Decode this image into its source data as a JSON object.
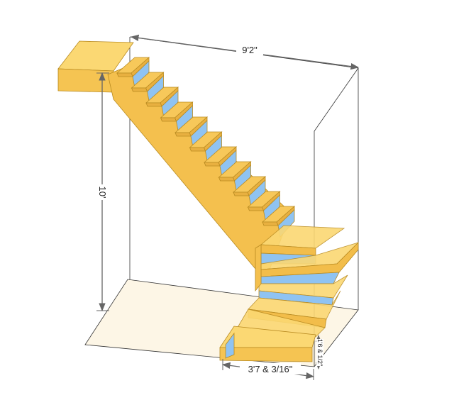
{
  "dimensions": {
    "total_run": "9'2\"",
    "total_rise": "10'",
    "stair_width": "3'7 & 3/16\"",
    "bottom_step_height": "1'6 & 1/2\""
  },
  "colors": {
    "wood": "#f7c85a",
    "wood_dark": "#e8b040",
    "riser": "#8fc3f2",
    "floor": "#fdf6e6",
    "lines": "#333333"
  }
}
